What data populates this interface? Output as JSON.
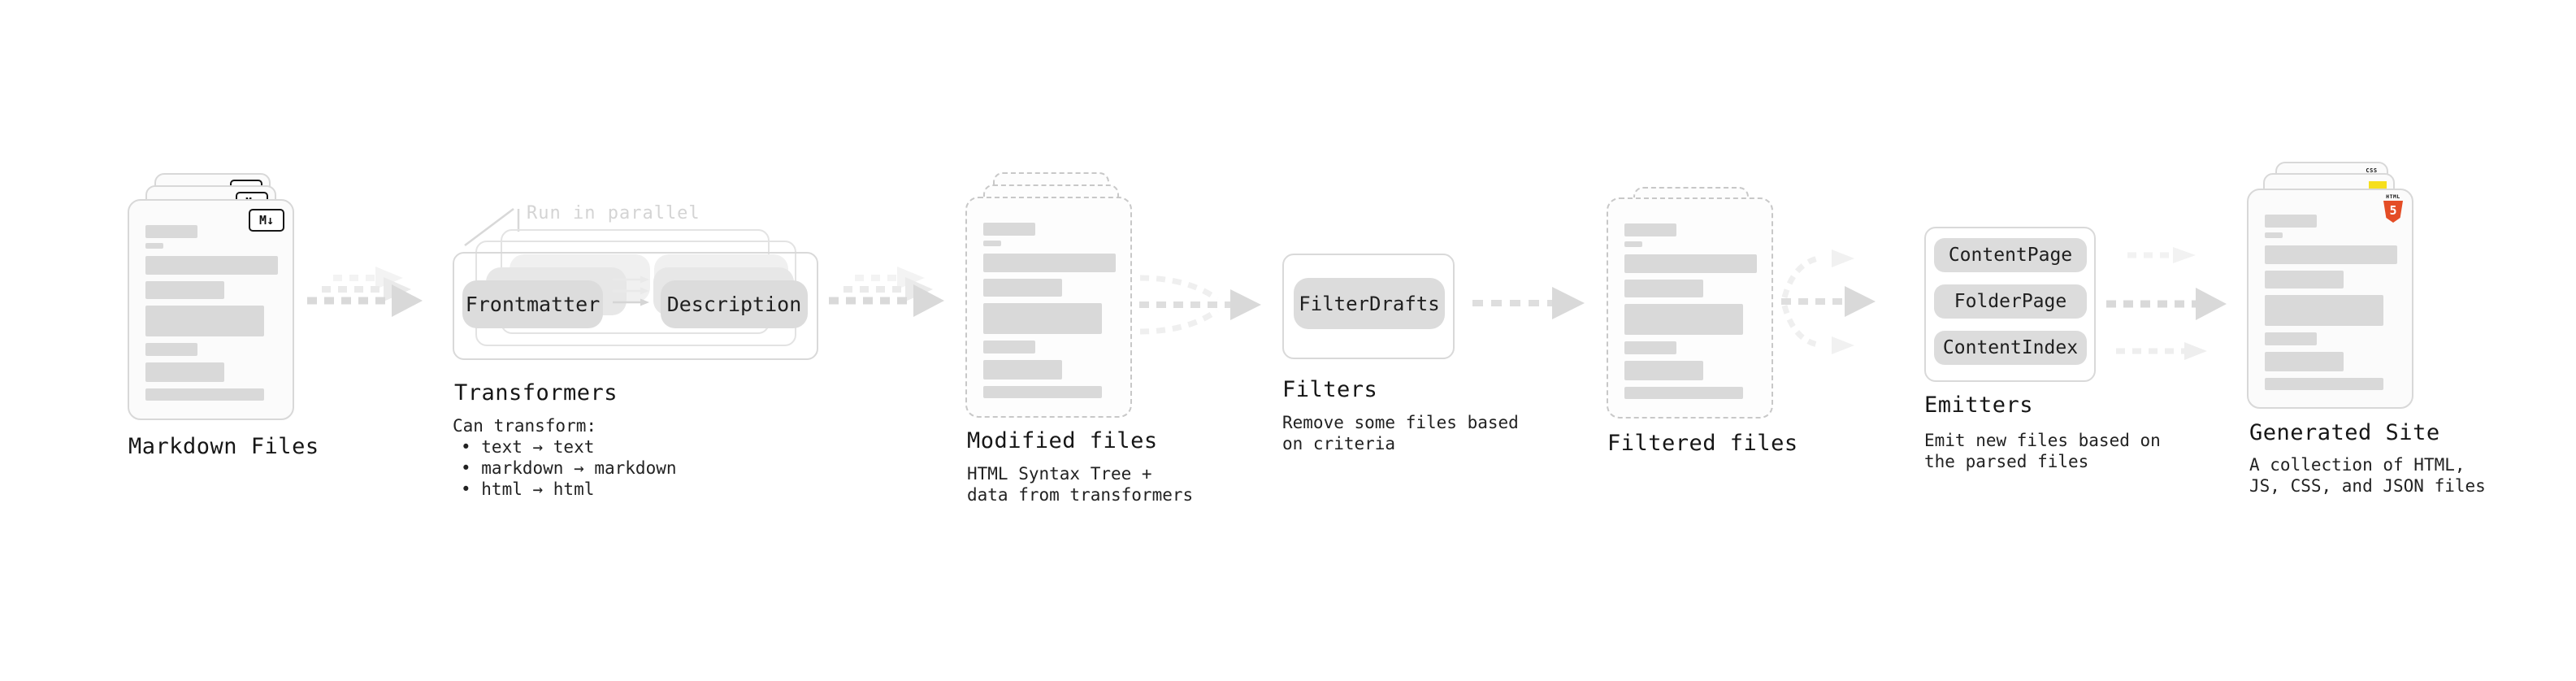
{
  "colors": {
    "html5_orange": "#e44d26",
    "js_yellow": "#f6df1d",
    "css_blue": "#2760e6",
    "card_border_gray": "#d8d8d8",
    "placeholder_gray": "#d9d9d9",
    "annotation_gray": "#d4d4d4"
  },
  "stage_markdown": {
    "title": "Markdown Files",
    "md_icon_label": "M↓"
  },
  "stage_transformers": {
    "title": "Transformers",
    "annotation": "Run in parallel",
    "pill_frontmatter": "Frontmatter",
    "pill_description": "Description",
    "heading": "Can transform:",
    "bullet_text": "• text → text",
    "bullet_markdown": "• markdown → markdown",
    "bullet_html": "• html → html"
  },
  "stage_modified": {
    "title": "Modified files",
    "subtitle": "HTML Syntax Tree +\ndata from transformers"
  },
  "stage_filters": {
    "title": "Filters",
    "pill_filterdrafts": "FilterDrafts",
    "subtitle": "Remove some files based\non criteria"
  },
  "stage_filtered": {
    "title": "Filtered files"
  },
  "stage_emitters": {
    "title": "Emitters",
    "pill_contentpage": "ContentPage",
    "pill_folderpage": "FolderPage",
    "pill_contentindex": "ContentIndex",
    "subtitle": "Emit new files based on\nthe parsed files"
  },
  "stage_generated": {
    "title": "Generated Site",
    "subtitle": "A collection of HTML,\nJS, CSS, and JSON files",
    "css_badge": "CSS",
    "html_badge_text": "HTML",
    "html_badge_number": "5"
  }
}
